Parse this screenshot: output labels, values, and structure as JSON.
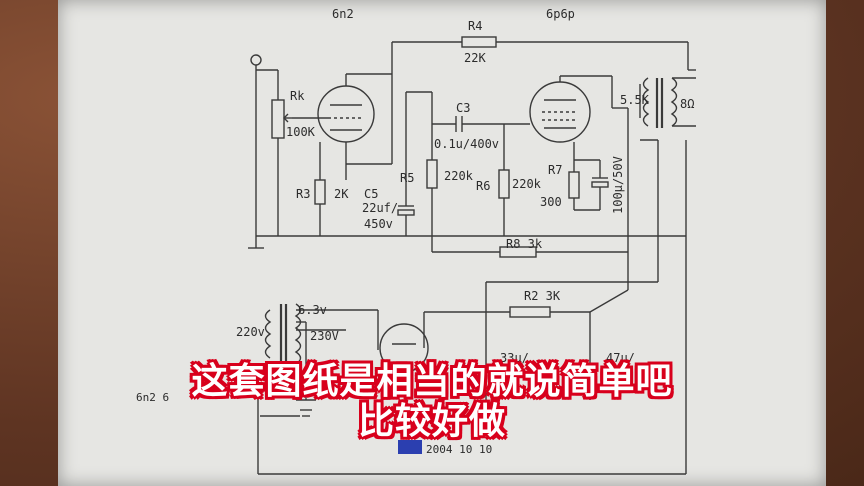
{
  "labels": {
    "tube1": "6n2",
    "tube2": "6p6p",
    "r4": "R4",
    "r4_val": "22K",
    "rk": "Rk",
    "rk_val": "100K",
    "c3": "C3",
    "c3_val": "0.1u/400v",
    "out_imp": "5.5K",
    "speaker": "8Ω",
    "r3": "R3",
    "r3_val": "2K",
    "c5": "C5",
    "c5_val1": "22uf/",
    "c5_val2": "450v",
    "r5": "R5",
    "r5_val": "220k",
    "r6": "R6",
    "r6_val": "220k",
    "r7": "R7",
    "r7_val": "300",
    "c_cath": "100μ/50V",
    "r8": "R8 3k",
    "r2": "R2 3K",
    "v63": "6.3v",
    "v230": "230V",
    "v220": "220v",
    "c33": "33μ/",
    "c47": "47μ/",
    "bottom_left": "6n2 6",
    "date": "2004 10 10"
  },
  "caption": {
    "line1": "这套图纸是相当的就说简单吧",
    "line2": "比较好做"
  }
}
